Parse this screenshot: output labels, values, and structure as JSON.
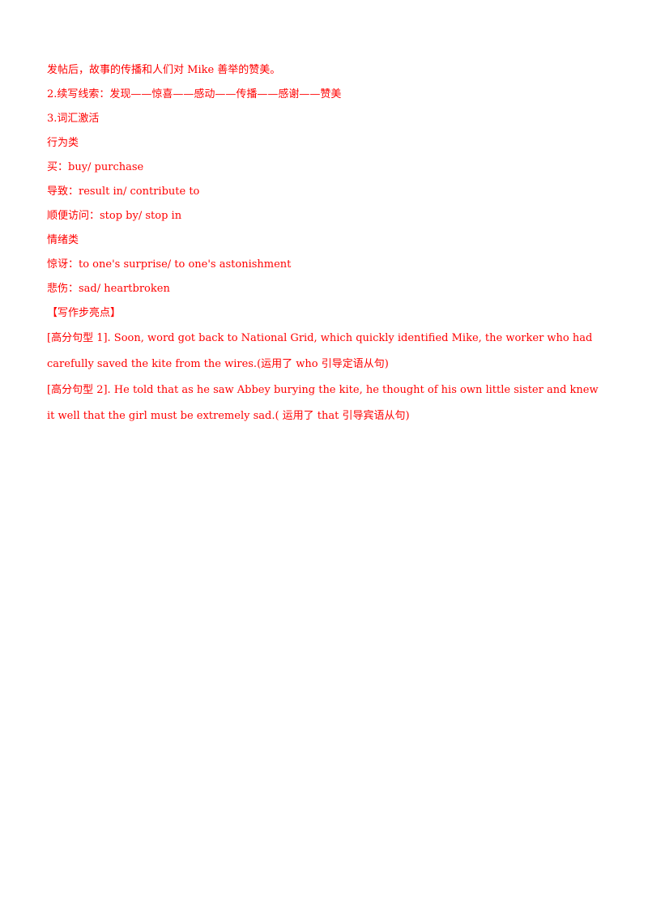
{
  "colors": {
    "text": "#ff0000",
    "background": "#ffffff"
  },
  "lines": [
    "发帖后，故事的传播和人们对 Mike 善举的赞美。",
    "2.续写线索：发现——惊喜——感动——传播——感谢——赞美",
    "3.词汇激活",
    "行为类",
    "买：buy/ purchase",
    "导致：result in/ contribute to",
    "顺便访问：stop by/ stop in",
    "情绪类",
    "惊讶：to one's surprise/ to one's astonishment",
    "悲伤：sad/ heartbroken",
    "【写作步亮点】"
  ],
  "paragraphs": [
    "[高分句型 1]. Soon, word got back to National Grid, which quickly identified Mike, the worker who had carefully saved the kite from the wires.(运用了 who 引导定语从句)",
    "[高分句型 2]. He told that as he saw Abbey burying the kite, he thought of his own little sister and knew it well that the girl must be extremely sad.( 运用了 that 引导宾语从句)"
  ]
}
